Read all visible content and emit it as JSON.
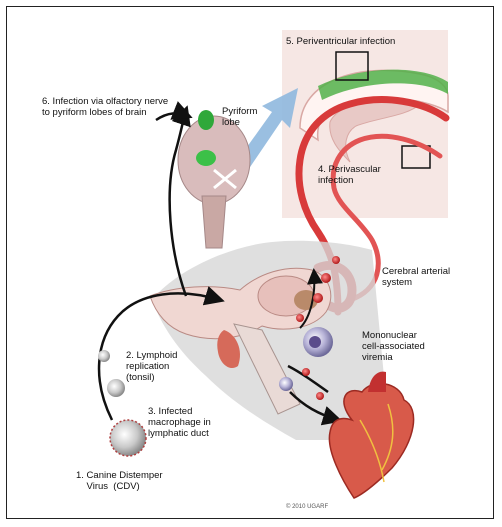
{
  "labels": {
    "step1": "1. Canine Distemper\n    Virus  (CDV)",
    "step2": "2. Lymphoid\nreplication\n(tonsil)",
    "step3": "3. Infected\nmacrophage in\nlymphatic duct",
    "step4": "4. Perivascular\ninfection",
    "step5": "5. Periventricular infection",
    "step6": "6. Infection via olfactory nerve\nto pyriform lobes of brain",
    "pyriform": "Pyriform\nlobe",
    "viremia": "Mononuclear\ncell-associated\nviremia",
    "arterial": "Cerebral arterial\nsystem",
    "copyright": "© 2010 UGARF"
  },
  "colors": {
    "brain_bg": "#f6e7e4",
    "artery": "#d83a3a",
    "green": "#2fa83a",
    "arrow_blue": "#8fb8de",
    "gray_region": "#d7d7d7"
  }
}
